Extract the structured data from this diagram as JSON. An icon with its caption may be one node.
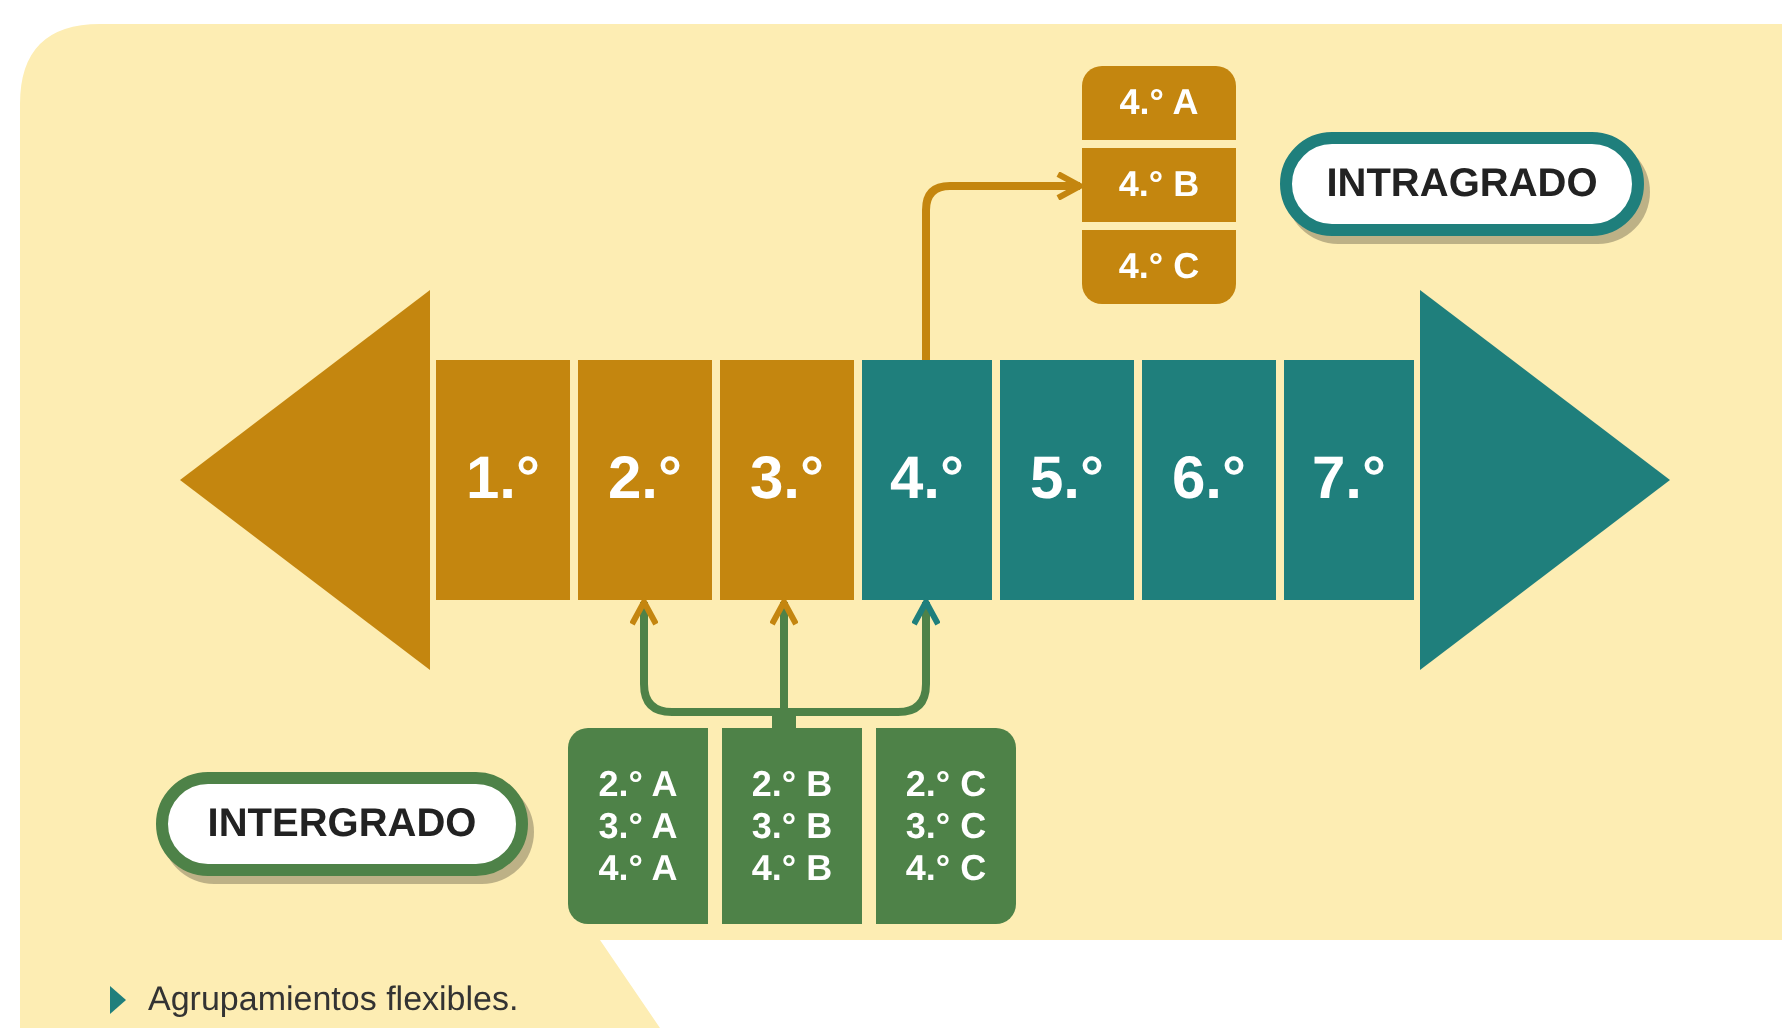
{
  "diagram": {
    "caption": "Agrupamientos flexibles.",
    "nodes": [
      {
        "text": [
          "1.°"
        ]
      },
      {
        "text": [
          "2.°"
        ]
      },
      {
        "text": [
          "3.°"
        ]
      },
      {
        "text": [
          "4.°"
        ]
      },
      {
        "text": [
          "5.°"
        ]
      },
      {
        "text": [
          "6.°"
        ]
      },
      {
        "text": [
          "7.°"
        ]
      },
      {
        "text": [
          "4.° A"
        ]
      },
      {
        "text": [
          "4.° B"
        ]
      },
      {
        "text": [
          "4.° C"
        ]
      },
      {
        "text": [
          "INTRAGRADO"
        ]
      },
      {
        "text": [
          "2.° A",
          "3.° A",
          "4.° A"
        ]
      },
      {
        "text": [
          "2.° B",
          "3.° B",
          "4.° B"
        ]
      },
      {
        "text": [
          "2.° C",
          "3.° C",
          "4.° C"
        ]
      },
      {
        "text": [
          "INTERGRADO"
        ]
      }
    ],
    "edges": [
      {
        "from": 3,
        "to": 8,
        "arrow": "to",
        "color": "#c4860f"
      },
      {
        "from": 12,
        "to": 1,
        "arrow": "to"
      },
      {
        "from": 12,
        "to": 2,
        "arrow": "to"
      },
      {
        "from": 12,
        "to": 3,
        "arrow": "to"
      }
    ]
  }
}
